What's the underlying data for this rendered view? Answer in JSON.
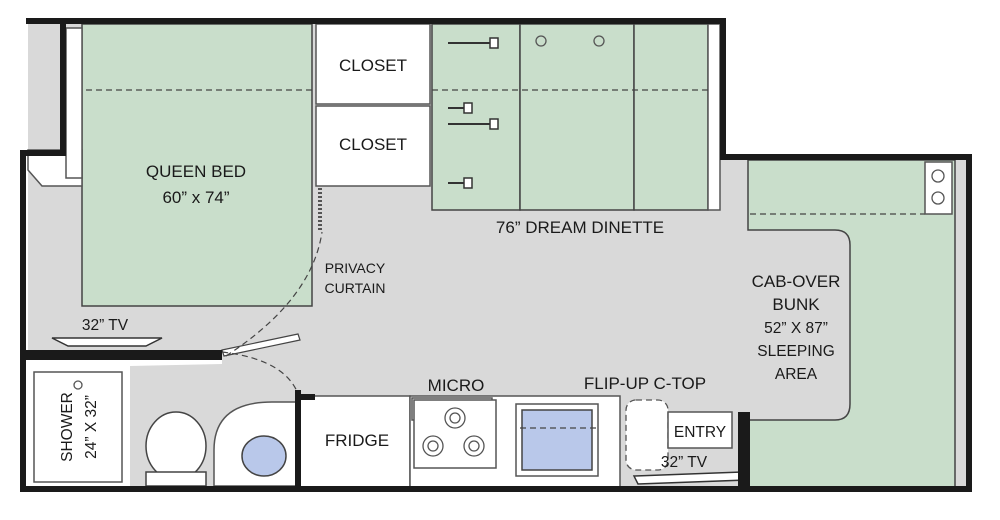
{
  "floorplan": {
    "queen_bed": {
      "title": "QUEEN BED",
      "size": "60” x 74”"
    },
    "closet_top": "CLOSET",
    "closet_bottom": "CLOSET",
    "dinette": "76” DREAM DINETTE",
    "privacy_curtain": {
      "line1": "PRIVACY",
      "line2": "CURTAIN"
    },
    "cab_over": {
      "line1": "CAB-OVER",
      "line2": "BUNK",
      "line3": "52” X 87”",
      "line4": "SLEEPING",
      "line5": "AREA"
    },
    "tv_bedroom": "32” TV",
    "tv_entry": "32” TV",
    "micro": "MICRO",
    "flip_up": "FLIP-UP C-TOP",
    "entry": "ENTRY",
    "fridge": "FRIDGE",
    "shower": {
      "line1": "SHOWER",
      "line2": "24” X 32”"
    }
  },
  "colors": {
    "room_fill": "#c9decb",
    "floor_fill": "#d9d9d9",
    "wall": "#1a1a1a",
    "sink_blue": "#b9c8ea"
  }
}
